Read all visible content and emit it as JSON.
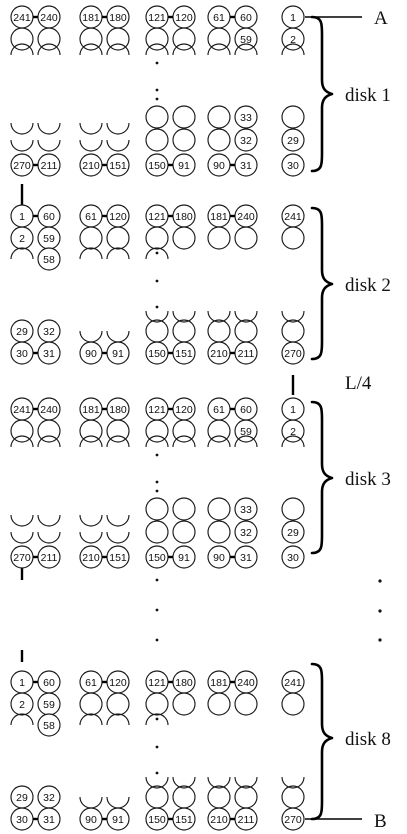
{
  "labels": {
    "terminal_a": "A",
    "terminal_b": "B",
    "quarter_length": "L/4",
    "disk1": "disk 1",
    "disk2": "disk 2",
    "disk3": "disk 3",
    "disk8": "disk 8"
  },
  "disk_odd": {
    "top_row": [
      "241",
      "240",
      "181",
      "180",
      "121",
      "120",
      "61",
      "60",
      "1"
    ],
    "second_row_right": [
      "59",
      "2"
    ],
    "lower_row_right": [
      "33",
      "32",
      "29"
    ],
    "bottom_row": [
      "270",
      "211",
      "210",
      "151",
      "150",
      "91",
      "90",
      "31",
      "30"
    ]
  },
  "disk_even": {
    "top_row": [
      "1",
      "60",
      "61",
      "120",
      "121",
      "180",
      "181",
      "240",
      "241"
    ],
    "left_col": [
      "2",
      "59",
      "58"
    ],
    "lower_left": [
      "29",
      "32"
    ],
    "bottom_row": [
      "30",
      "31",
      "90",
      "91",
      "150",
      "151",
      "210",
      "211",
      "270"
    ]
  },
  "colors": {
    "stroke": "#1a1a1a",
    "wire": "#000000",
    "text": "#111111",
    "background": "#ffffff"
  }
}
